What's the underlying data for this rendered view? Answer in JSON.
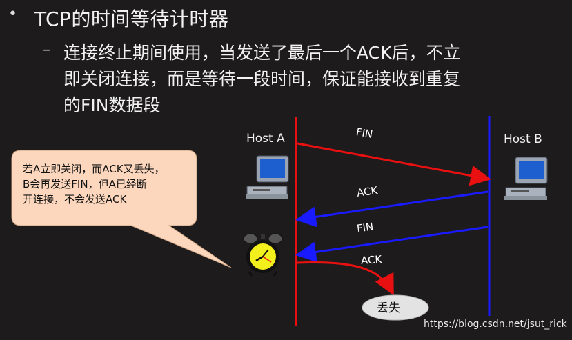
{
  "bullet": "•",
  "title": "TCP的时间等待计时器",
  "sub_dash": "–",
  "sub_lines": [
    "连接终止期间使用，当发送了最后一个ACK后，不立",
    "即关闭连接，而是等待一段时间，保证能接收到重复",
    "的FIN数据段"
  ],
  "host_a": "Host A",
  "host_b": "Host B",
  "messages": [
    "FIN",
    "ACK",
    "FIN",
    "ACK"
  ],
  "callout_lines": [
    "若A立即关闭，而ACK又丢失，",
    "B会再发送FIN，但A已经断",
    "开连接，不会发送ACK"
  ],
  "lost_label": "丢失",
  "watermark": "https://blog.csdn.net/jsut_rick",
  "colors": {
    "host_a_line": "#e81010",
    "host_b_line": "#1a1aff",
    "callout_fill": "#fcd7bd",
    "lost_fill": "#e3e3e3",
    "clock": "#f3ef1c"
  },
  "icons": [
    "computer-icon",
    "alarm-clock-icon"
  ]
}
